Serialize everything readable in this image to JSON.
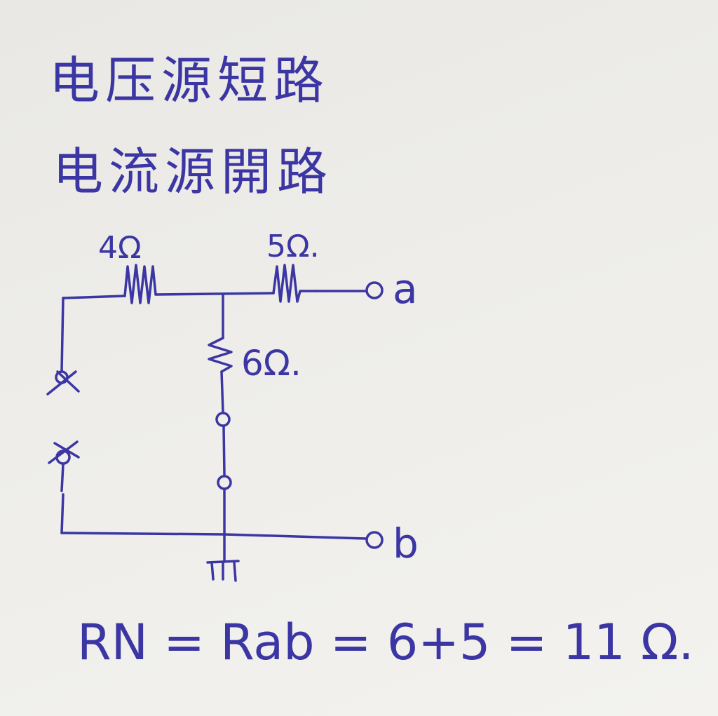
{
  "notes": {
    "line1": "电压源短路",
    "line2": "电流源開路"
  },
  "circuit": {
    "r1_label": "4Ω",
    "r2_label": "5Ω.",
    "r3_label": "6Ω.",
    "terminal_a": "a",
    "terminal_b": "b"
  },
  "equation": "RN = Rab = 6+5 = 11 Ω.",
  "ink_color": "#3b36a3",
  "paper_color": "#eeede9"
}
